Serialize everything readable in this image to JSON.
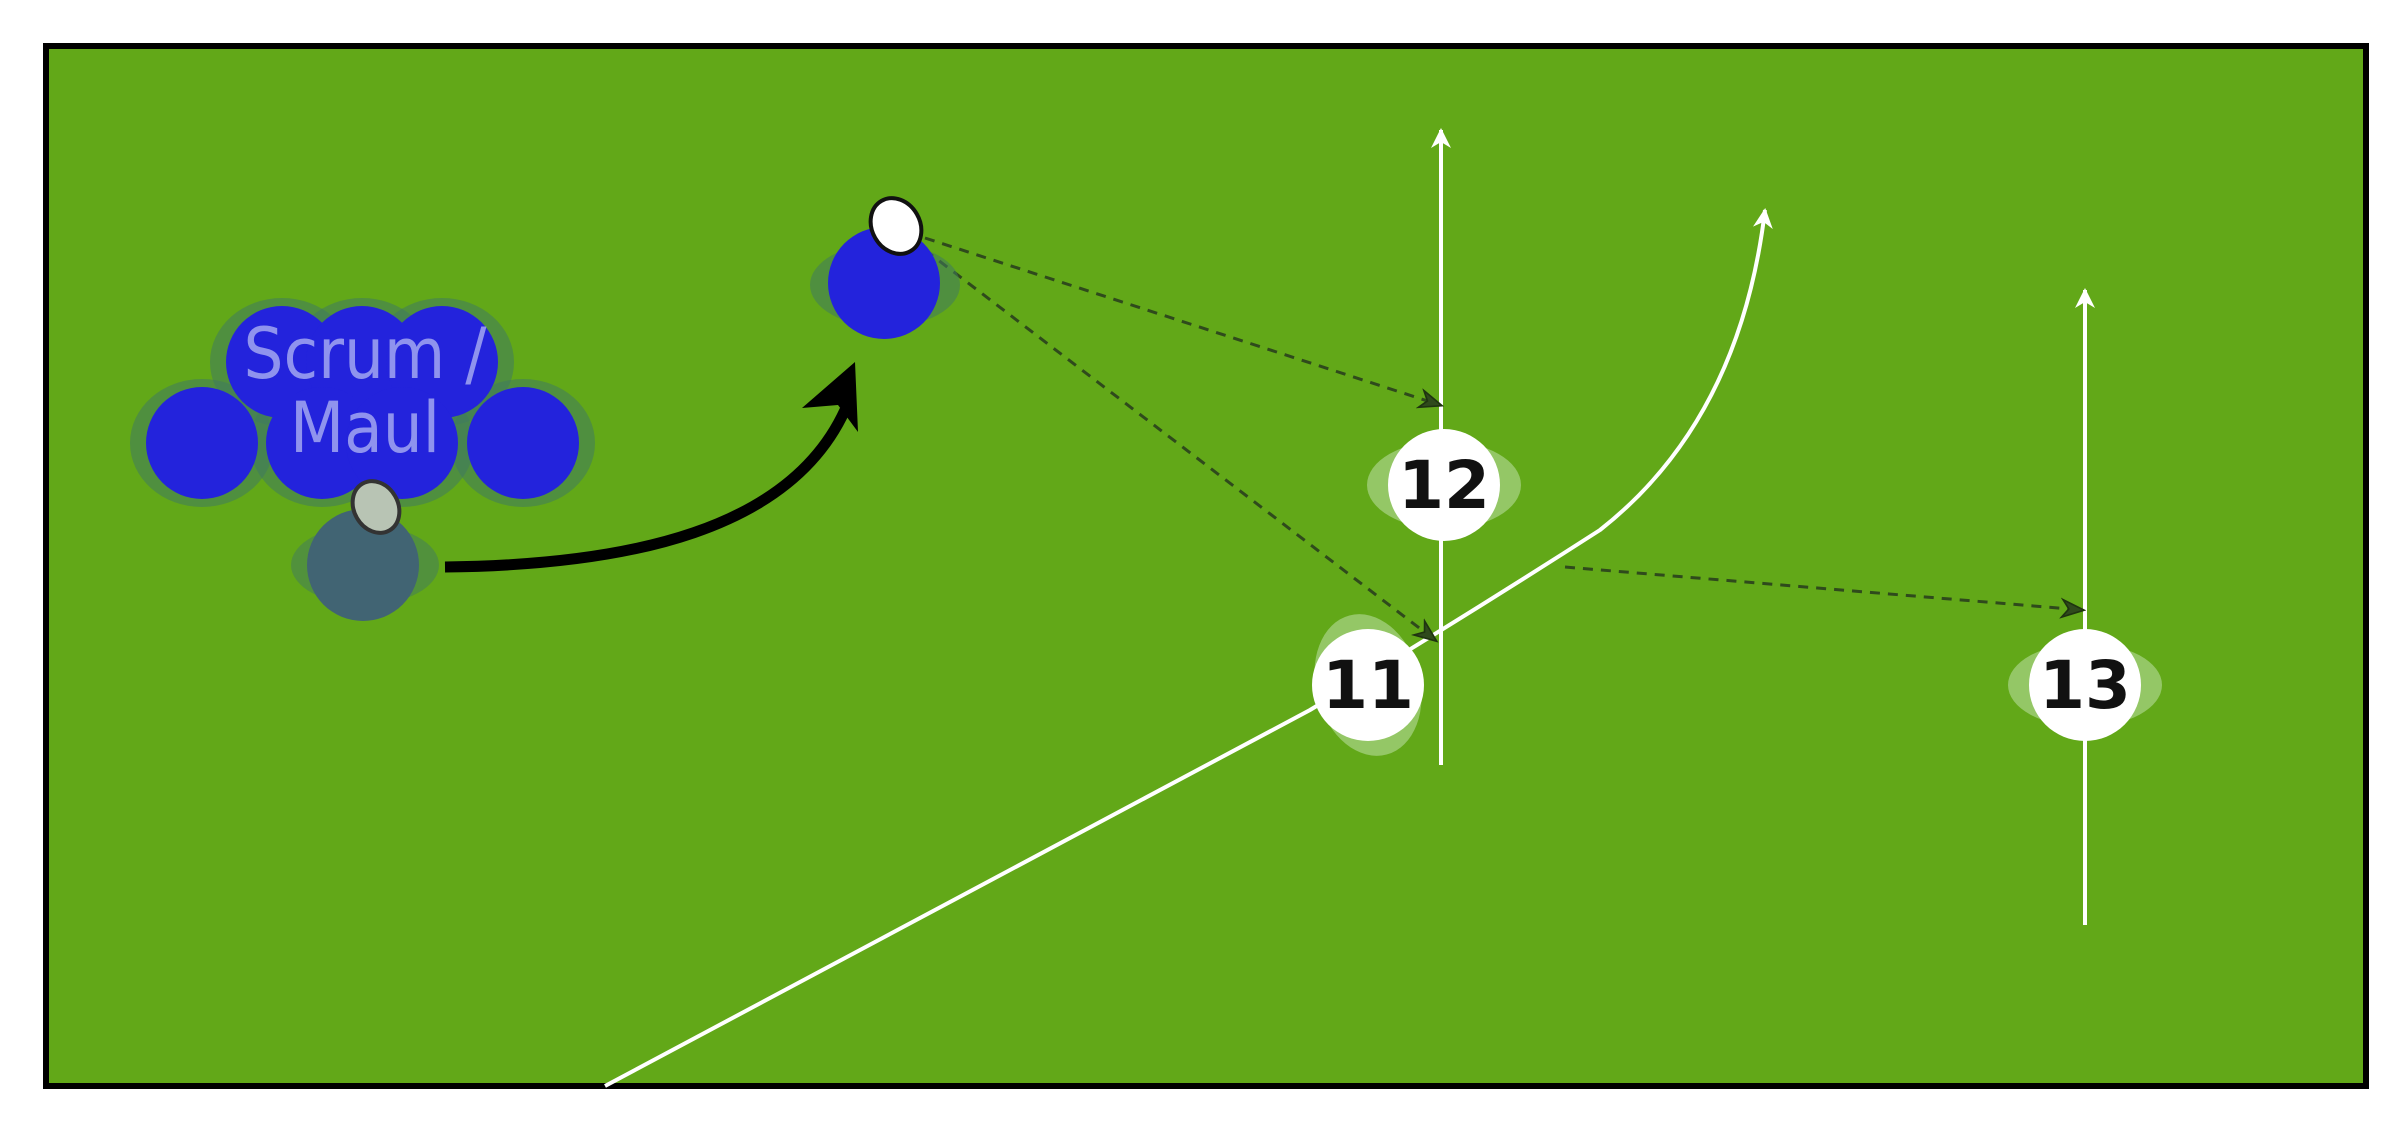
{
  "diagram": {
    "scrum_label_line1": "Scrum /",
    "scrum_label_line2": "Maul",
    "players": [
      {
        "number": "12"
      },
      {
        "number": "11"
      },
      {
        "number": "13"
      }
    ],
    "colors": {
      "field": "#62a818",
      "field_border": "#000000",
      "team_blue": "#2323dc",
      "scrum_half": "#416473",
      "attacker": "#ffffff",
      "run_line": "#ffffff",
      "pass_line": "#2f4a1c",
      "scrum_text": "#8f93ee"
    }
  }
}
